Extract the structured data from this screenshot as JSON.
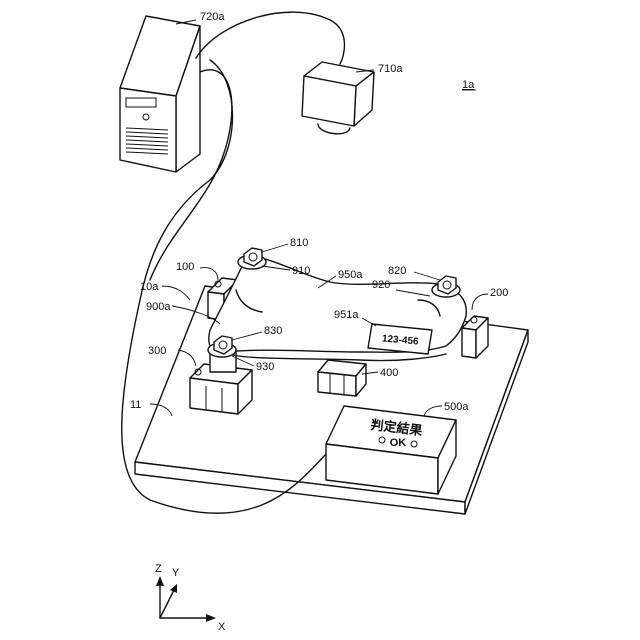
{
  "labels": {
    "system": "1a",
    "computer": "720a",
    "camera": "710a",
    "part_810": "810",
    "part_820": "820",
    "part_830": "830",
    "part_910": "910",
    "part_920": "920",
    "part_930": "930",
    "part_950": "950a",
    "part_951": "951a",
    "part_100": "100",
    "part_200": "200",
    "part_300": "300",
    "part_400": "400",
    "part_10": "10a",
    "part_900": "900a",
    "part_11": "11",
    "part_500": "500a"
  },
  "tag_text": "123-456",
  "display": {
    "title": "判定結果",
    "result": "OK"
  },
  "axes": {
    "z": "Z",
    "y": "Y",
    "x": "X"
  }
}
